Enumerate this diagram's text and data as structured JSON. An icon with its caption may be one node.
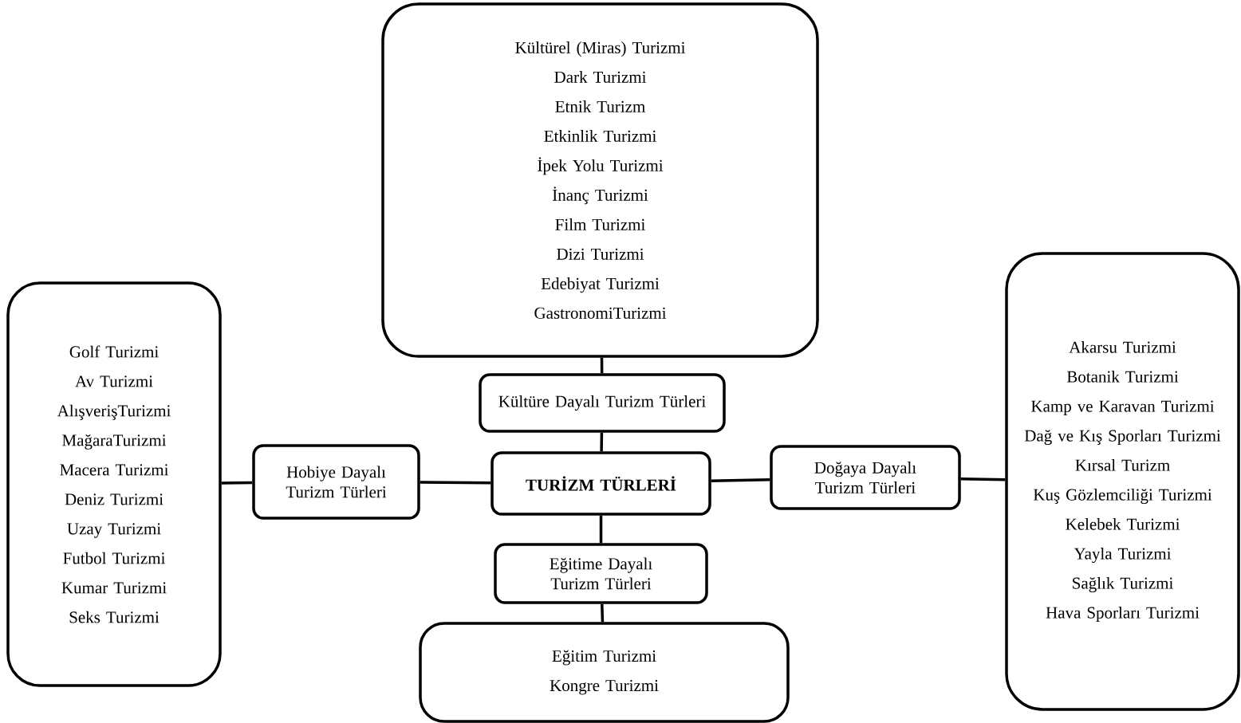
{
  "diagram": {
    "nodes": [
      {
        "text": [
          "TURİZM TÜRLERİ"
        ]
      },
      {
        "text": [
          "Kültüre Dayalı Turizm Türleri"
        ]
      },
      {
        "text": [
          "Kültürel (Miras) Turizmi",
          "Dark Turizmi",
          "Etnik Turizm",
          "Etkinlik Turizmi",
          "İpek Yolu Turizmi",
          "İnanç Turizmi",
          "Film Turizmi",
          "Dizi Turizmi",
          "Edebiyat Turizmi",
          "GastronomiTurizmi"
        ]
      },
      {
        "text": [
          "Hobiye Dayalı Turizm Türleri"
        ]
      },
      {
        "text": [
          "Golf Turizmi",
          "Av Turizmi",
          "AlışverişTurizmi",
          "MağaraTurizmi",
          "Macera Turizmi",
          "Deniz Turizmi",
          "Uzay Turizmi",
          "Futbol Turizmi",
          "Kumar Turizmi",
          "Seks Turizmi"
        ]
      },
      {
        "text": [
          "Doğaya Dayalı Turizm Türleri"
        ]
      },
      {
        "text": [
          "Akarsu Turizmi",
          "Botanik Turizmi",
          "Kamp ve Karavan Turizmi",
          "Dağ ve Kış Sporları Turizmi",
          "Kırsal Turizm",
          "Kuş Gözlemciliği Turizmi",
          "Kelebek Turizmi",
          "Yayla Turizmi",
          "Sağlık Turizmi",
          "Hava Sporları Turizmi"
        ]
      },
      {
        "text": [
          "Eğitime Dayalı Turizm Türleri"
        ]
      },
      {
        "text": [
          "Eğitim Turizmi",
          "Kongre Turizmi"
        ]
      }
    ],
    "edges": [
      {
        "from": 0,
        "to": 1,
        "arrow": "none"
      },
      {
        "from": 1,
        "to": 2,
        "arrow": "none"
      },
      {
        "from": 0,
        "to": 3,
        "arrow": "none"
      },
      {
        "from": 3,
        "to": 4,
        "arrow": "none"
      },
      {
        "from": 0,
        "to": 5,
        "arrow": "none"
      },
      {
        "from": 5,
        "to": 6,
        "arrow": "none"
      },
      {
        "from": 0,
        "to": 7,
        "arrow": "none"
      },
      {
        "from": 7,
        "to": 8,
        "arrow": "none"
      }
    ]
  }
}
